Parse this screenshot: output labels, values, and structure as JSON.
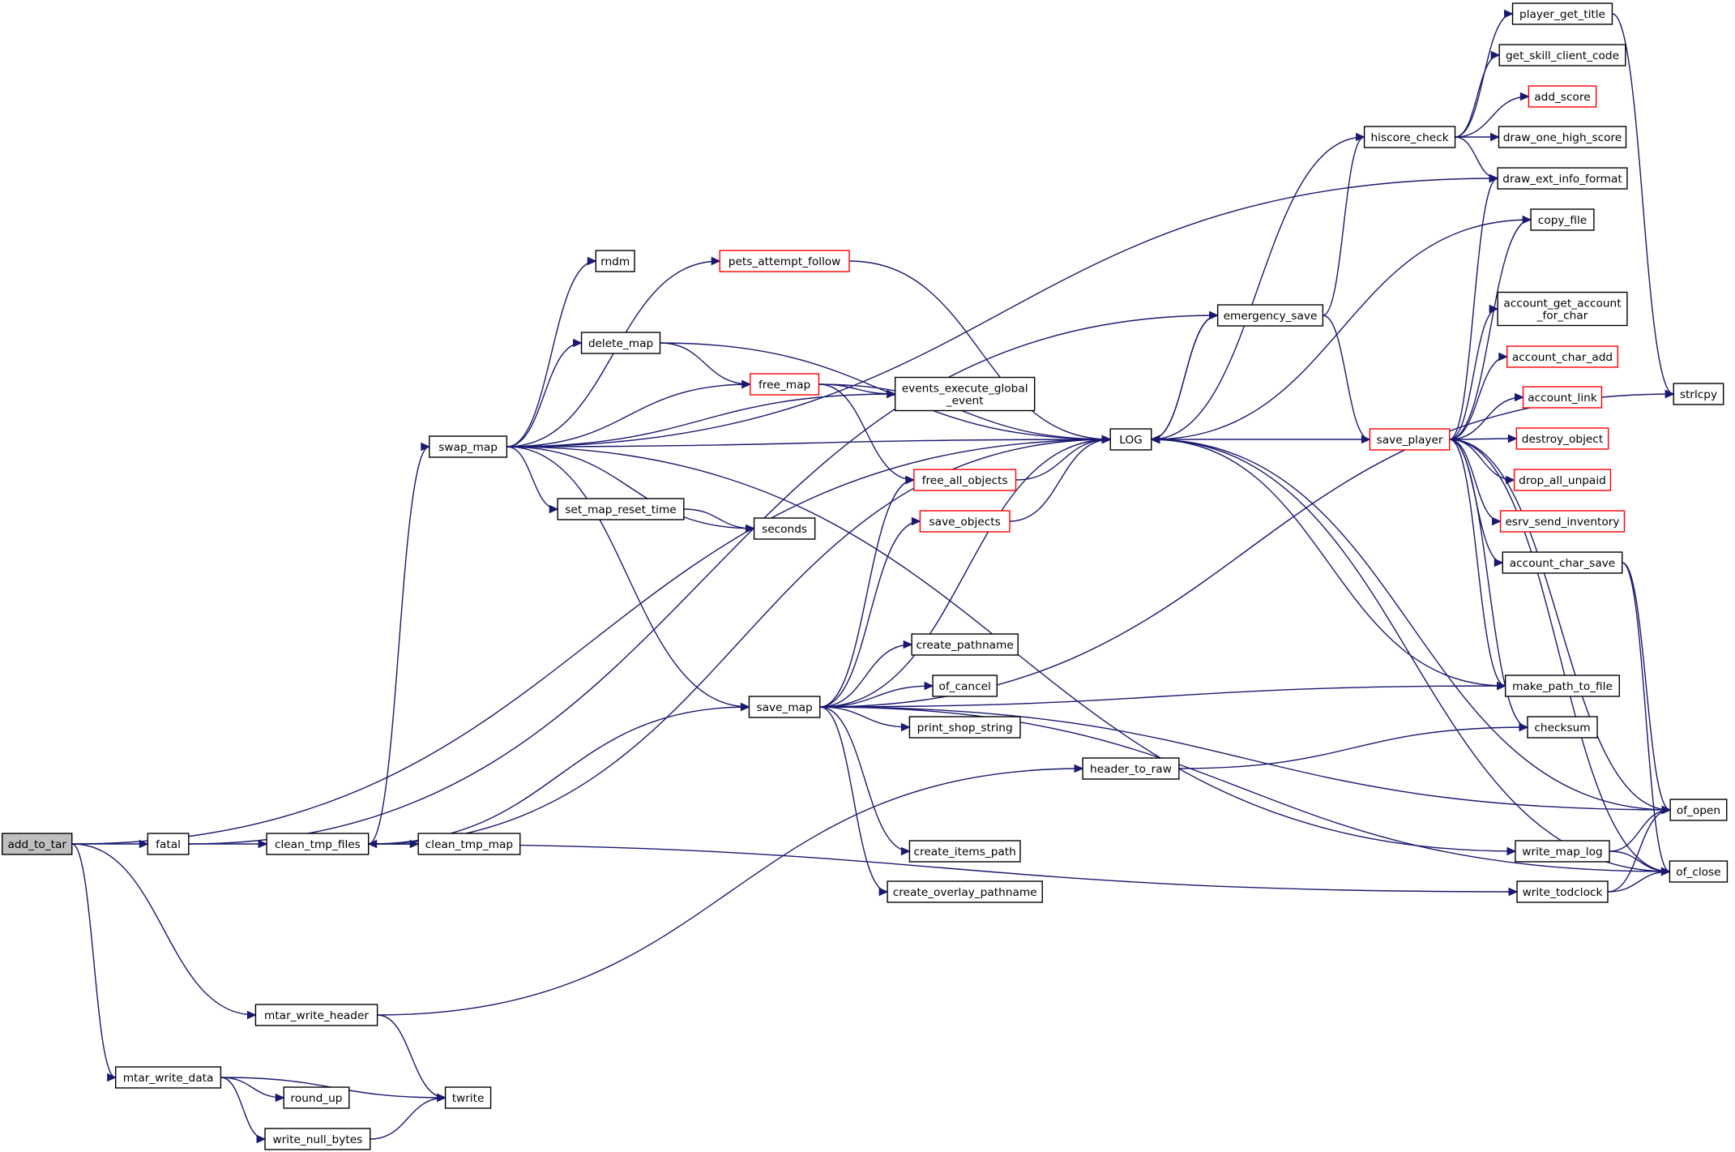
{
  "colors": {
    "edge": "#191970",
    "node_border": "#000000",
    "truncated_node_border": "#ff0000",
    "root_fill": "#bfbfbf",
    "node_fill": "#ffffff"
  },
  "nodes": [
    {
      "id": "add_to_tar",
      "lines": [
        "add_to_tar"
      ],
      "root": true
    },
    {
      "id": "fatal",
      "lines": [
        "fatal"
      ]
    },
    {
      "id": "clean_tmp_files",
      "lines": [
        "clean_tmp_files"
      ]
    },
    {
      "id": "clean_tmp_map",
      "lines": [
        "clean_tmp_map"
      ]
    },
    {
      "id": "swap_map",
      "lines": [
        "swap_map"
      ]
    },
    {
      "id": "rndm",
      "lines": [
        "rndm"
      ]
    },
    {
      "id": "pets_attempt_follow",
      "lines": [
        "pets_attempt_follow"
      ],
      "truncated": true
    },
    {
      "id": "delete_map",
      "lines": [
        "delete_map"
      ]
    },
    {
      "id": "free_map",
      "lines": [
        "free_map"
      ],
      "truncated": true
    },
    {
      "id": "events_execute_global_event",
      "lines": [
        "events_execute_global",
        "_event"
      ]
    },
    {
      "id": "set_map_reset_time",
      "lines": [
        "set_map_reset_time"
      ]
    },
    {
      "id": "seconds",
      "lines": [
        "seconds"
      ]
    },
    {
      "id": "save_map",
      "lines": [
        "save_map"
      ]
    },
    {
      "id": "free_all_objects",
      "lines": [
        "free_all_objects"
      ],
      "truncated": true
    },
    {
      "id": "save_objects",
      "lines": [
        "save_objects"
      ],
      "truncated": true
    },
    {
      "id": "create_pathname",
      "lines": [
        "create_pathname"
      ]
    },
    {
      "id": "of_cancel",
      "lines": [
        "of_cancel"
      ]
    },
    {
      "id": "print_shop_string",
      "lines": [
        "print_shop_string"
      ]
    },
    {
      "id": "create_items_path",
      "lines": [
        "create_items_path"
      ]
    },
    {
      "id": "create_overlay_pathname",
      "lines": [
        "create_overlay_pathname"
      ]
    },
    {
      "id": "LOG",
      "lines": [
        "LOG"
      ]
    },
    {
      "id": "header_to_raw",
      "lines": [
        "header_to_raw"
      ]
    },
    {
      "id": "emergency_save",
      "lines": [
        "emergency_save"
      ]
    },
    {
      "id": "hiscore_check",
      "lines": [
        "hiscore_check"
      ]
    },
    {
      "id": "save_player",
      "lines": [
        "save_player"
      ],
      "truncated": true
    },
    {
      "id": "player_get_title",
      "lines": [
        "player_get_title"
      ]
    },
    {
      "id": "get_skill_client_code",
      "lines": [
        "get_skill_client_code"
      ]
    },
    {
      "id": "add_score",
      "lines": [
        "add_score"
      ],
      "truncated": true
    },
    {
      "id": "draw_one_high_score",
      "lines": [
        "draw_one_high_score"
      ]
    },
    {
      "id": "draw_ext_info_format",
      "lines": [
        "draw_ext_info_format"
      ]
    },
    {
      "id": "copy_file",
      "lines": [
        "copy_file"
      ]
    },
    {
      "id": "account_get_account_for_char",
      "lines": [
        "account_get_account",
        "_for_char"
      ]
    },
    {
      "id": "account_char_add",
      "lines": [
        "account_char_add"
      ],
      "truncated": true
    },
    {
      "id": "account_link",
      "lines": [
        "account_link"
      ],
      "truncated": true
    },
    {
      "id": "destroy_object",
      "lines": [
        "destroy_object"
      ],
      "truncated": true
    },
    {
      "id": "drop_all_unpaid",
      "lines": [
        "drop_all_unpaid"
      ],
      "truncated": true
    },
    {
      "id": "esrv_send_inventory",
      "lines": [
        "esrv_send_inventory"
      ],
      "truncated": true
    },
    {
      "id": "account_char_save",
      "lines": [
        "account_char_save"
      ]
    },
    {
      "id": "make_path_to_file",
      "lines": [
        "make_path_to_file"
      ]
    },
    {
      "id": "checksum",
      "lines": [
        "checksum"
      ]
    },
    {
      "id": "strlcpy",
      "lines": [
        "strlcpy"
      ]
    },
    {
      "id": "of_open",
      "lines": [
        "of_open"
      ]
    },
    {
      "id": "of_close",
      "lines": [
        "of_close"
      ]
    },
    {
      "id": "write_map_log",
      "lines": [
        "write_map_log"
      ]
    },
    {
      "id": "write_todclock",
      "lines": [
        "write_todclock"
      ]
    },
    {
      "id": "mtar_write_header",
      "lines": [
        "mtar_write_header"
      ]
    },
    {
      "id": "mtar_write_data",
      "lines": [
        "mtar_write_data"
      ]
    },
    {
      "id": "round_up",
      "lines": [
        "round_up"
      ]
    },
    {
      "id": "write_null_bytes",
      "lines": [
        "write_null_bytes"
      ]
    },
    {
      "id": "twrite",
      "lines": [
        "twrite"
      ]
    }
  ],
  "edges": [
    [
      "add_to_tar",
      "fatal"
    ],
    [
      "add_to_tar",
      "LOG"
    ],
    [
      "add_to_tar",
      "mtar_write_header"
    ],
    [
      "add_to_tar",
      "mtar_write_data"
    ],
    [
      "fatal",
      "clean_tmp_files"
    ],
    [
      "fatal",
      "emergency_save"
    ],
    [
      "clean_tmp_files",
      "clean_tmp_map"
    ],
    [
      "clean_tmp_files",
      "swap_map"
    ],
    [
      "clean_tmp_files",
      "save_map"
    ],
    [
      "clean_tmp_files",
      "write_todclock"
    ],
    [
      "swap_map",
      "rndm"
    ],
    [
      "swap_map",
      "pets_attempt_follow"
    ],
    [
      "swap_map",
      "delete_map"
    ],
    [
      "swap_map",
      "free_map"
    ],
    [
      "swap_map",
      "events_execute_global_event"
    ],
    [
      "swap_map",
      "LOG"
    ],
    [
      "swap_map",
      "set_map_reset_time"
    ],
    [
      "swap_map",
      "seconds"
    ],
    [
      "swap_map",
      "save_map"
    ],
    [
      "swap_map",
      "draw_ext_info_format"
    ],
    [
      "swap_map",
      "write_map_log"
    ],
    [
      "pets_attempt_follow",
      "LOG"
    ],
    [
      "delete_map",
      "free_map"
    ],
    [
      "delete_map",
      "LOG"
    ],
    [
      "free_map",
      "events_execute_global_event"
    ],
    [
      "free_map",
      "free_all_objects"
    ],
    [
      "free_map",
      "LOG"
    ],
    [
      "set_map_reset_time",
      "seconds"
    ],
    [
      "save_map",
      "free_all_objects"
    ],
    [
      "save_map",
      "save_objects"
    ],
    [
      "save_map",
      "LOG"
    ],
    [
      "save_map",
      "create_pathname"
    ],
    [
      "save_map",
      "of_cancel"
    ],
    [
      "save_map",
      "print_shop_string"
    ],
    [
      "save_map",
      "create_items_path"
    ],
    [
      "save_map",
      "create_overlay_pathname"
    ],
    [
      "save_map",
      "make_path_to_file"
    ],
    [
      "save_map",
      "strlcpy"
    ],
    [
      "save_map",
      "of_open"
    ],
    [
      "save_map",
      "of_close"
    ],
    [
      "free_all_objects",
      "LOG"
    ],
    [
      "save_objects",
      "LOG"
    ],
    [
      "LOG",
      "clean_tmp_files"
    ],
    [
      "LOG",
      "emergency_save"
    ],
    [
      "emergency_save",
      "LOG"
    ],
    [
      "emergency_save",
      "hiscore_check"
    ],
    [
      "emergency_save",
      "save_player"
    ],
    [
      "hiscore_check",
      "player_get_title"
    ],
    [
      "hiscore_check",
      "get_skill_client_code"
    ],
    [
      "hiscore_check",
      "add_score"
    ],
    [
      "hiscore_check",
      "draw_one_high_score"
    ],
    [
      "hiscore_check",
      "draw_ext_info_format"
    ],
    [
      "hiscore_check",
      "LOG"
    ],
    [
      "save_player",
      "LOG"
    ],
    [
      "save_player",
      "draw_ext_info_format"
    ],
    [
      "save_player",
      "copy_file"
    ],
    [
      "save_player",
      "account_get_account_for_char"
    ],
    [
      "save_player",
      "account_char_add"
    ],
    [
      "save_player",
      "account_link"
    ],
    [
      "save_player",
      "destroy_object"
    ],
    [
      "save_player",
      "drop_all_unpaid"
    ],
    [
      "save_player",
      "esrv_send_inventory"
    ],
    [
      "save_player",
      "account_char_save"
    ],
    [
      "save_player",
      "make_path_to_file"
    ],
    [
      "save_player",
      "checksum"
    ],
    [
      "save_player",
      "of_open"
    ],
    [
      "save_player",
      "of_close"
    ],
    [
      "copy_file",
      "LOG"
    ],
    [
      "player_get_title",
      "strlcpy"
    ],
    [
      "account_char_save",
      "of_open"
    ],
    [
      "account_char_save",
      "of_close"
    ],
    [
      "make_path_to_file",
      "LOG"
    ],
    [
      "of_open",
      "LOG"
    ],
    [
      "of_close",
      "LOG"
    ],
    [
      "write_map_log",
      "of_open"
    ],
    [
      "write_map_log",
      "of_close"
    ],
    [
      "write_todclock",
      "of_open"
    ],
    [
      "write_todclock",
      "of_close"
    ],
    [
      "header_to_raw",
      "checksum"
    ],
    [
      "mtar_write_header",
      "header_to_raw"
    ],
    [
      "mtar_write_header",
      "twrite"
    ],
    [
      "mtar_write_data",
      "twrite"
    ],
    [
      "mtar_write_data",
      "round_up"
    ],
    [
      "mtar_write_data",
      "write_null_bytes"
    ],
    [
      "write_null_bytes",
      "twrite"
    ]
  ]
}
